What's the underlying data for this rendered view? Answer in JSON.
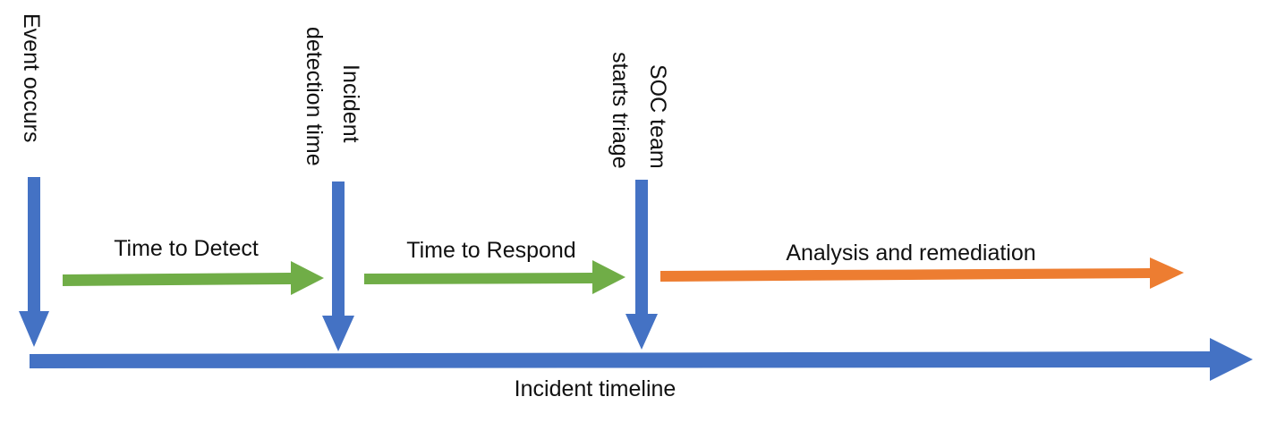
{
  "colors": {
    "timeline": "#4472C4",
    "phase_green": "#70AD47",
    "phase_orange": "#ED7D31",
    "text": "#111111"
  },
  "timeline": {
    "label": "Incident timeline"
  },
  "milestones": [
    {
      "id": "event",
      "lines": [
        "Event occurs"
      ]
    },
    {
      "id": "detection",
      "lines": [
        "Incident",
        "detection time"
      ]
    },
    {
      "id": "triage",
      "lines": [
        "SOC team",
        "starts triage"
      ]
    }
  ],
  "phases": [
    {
      "id": "detect",
      "label": "Time to Detect"
    },
    {
      "id": "respond",
      "label": "Time to Respond"
    },
    {
      "id": "analysis",
      "label": "Analysis and remediation"
    }
  ]
}
